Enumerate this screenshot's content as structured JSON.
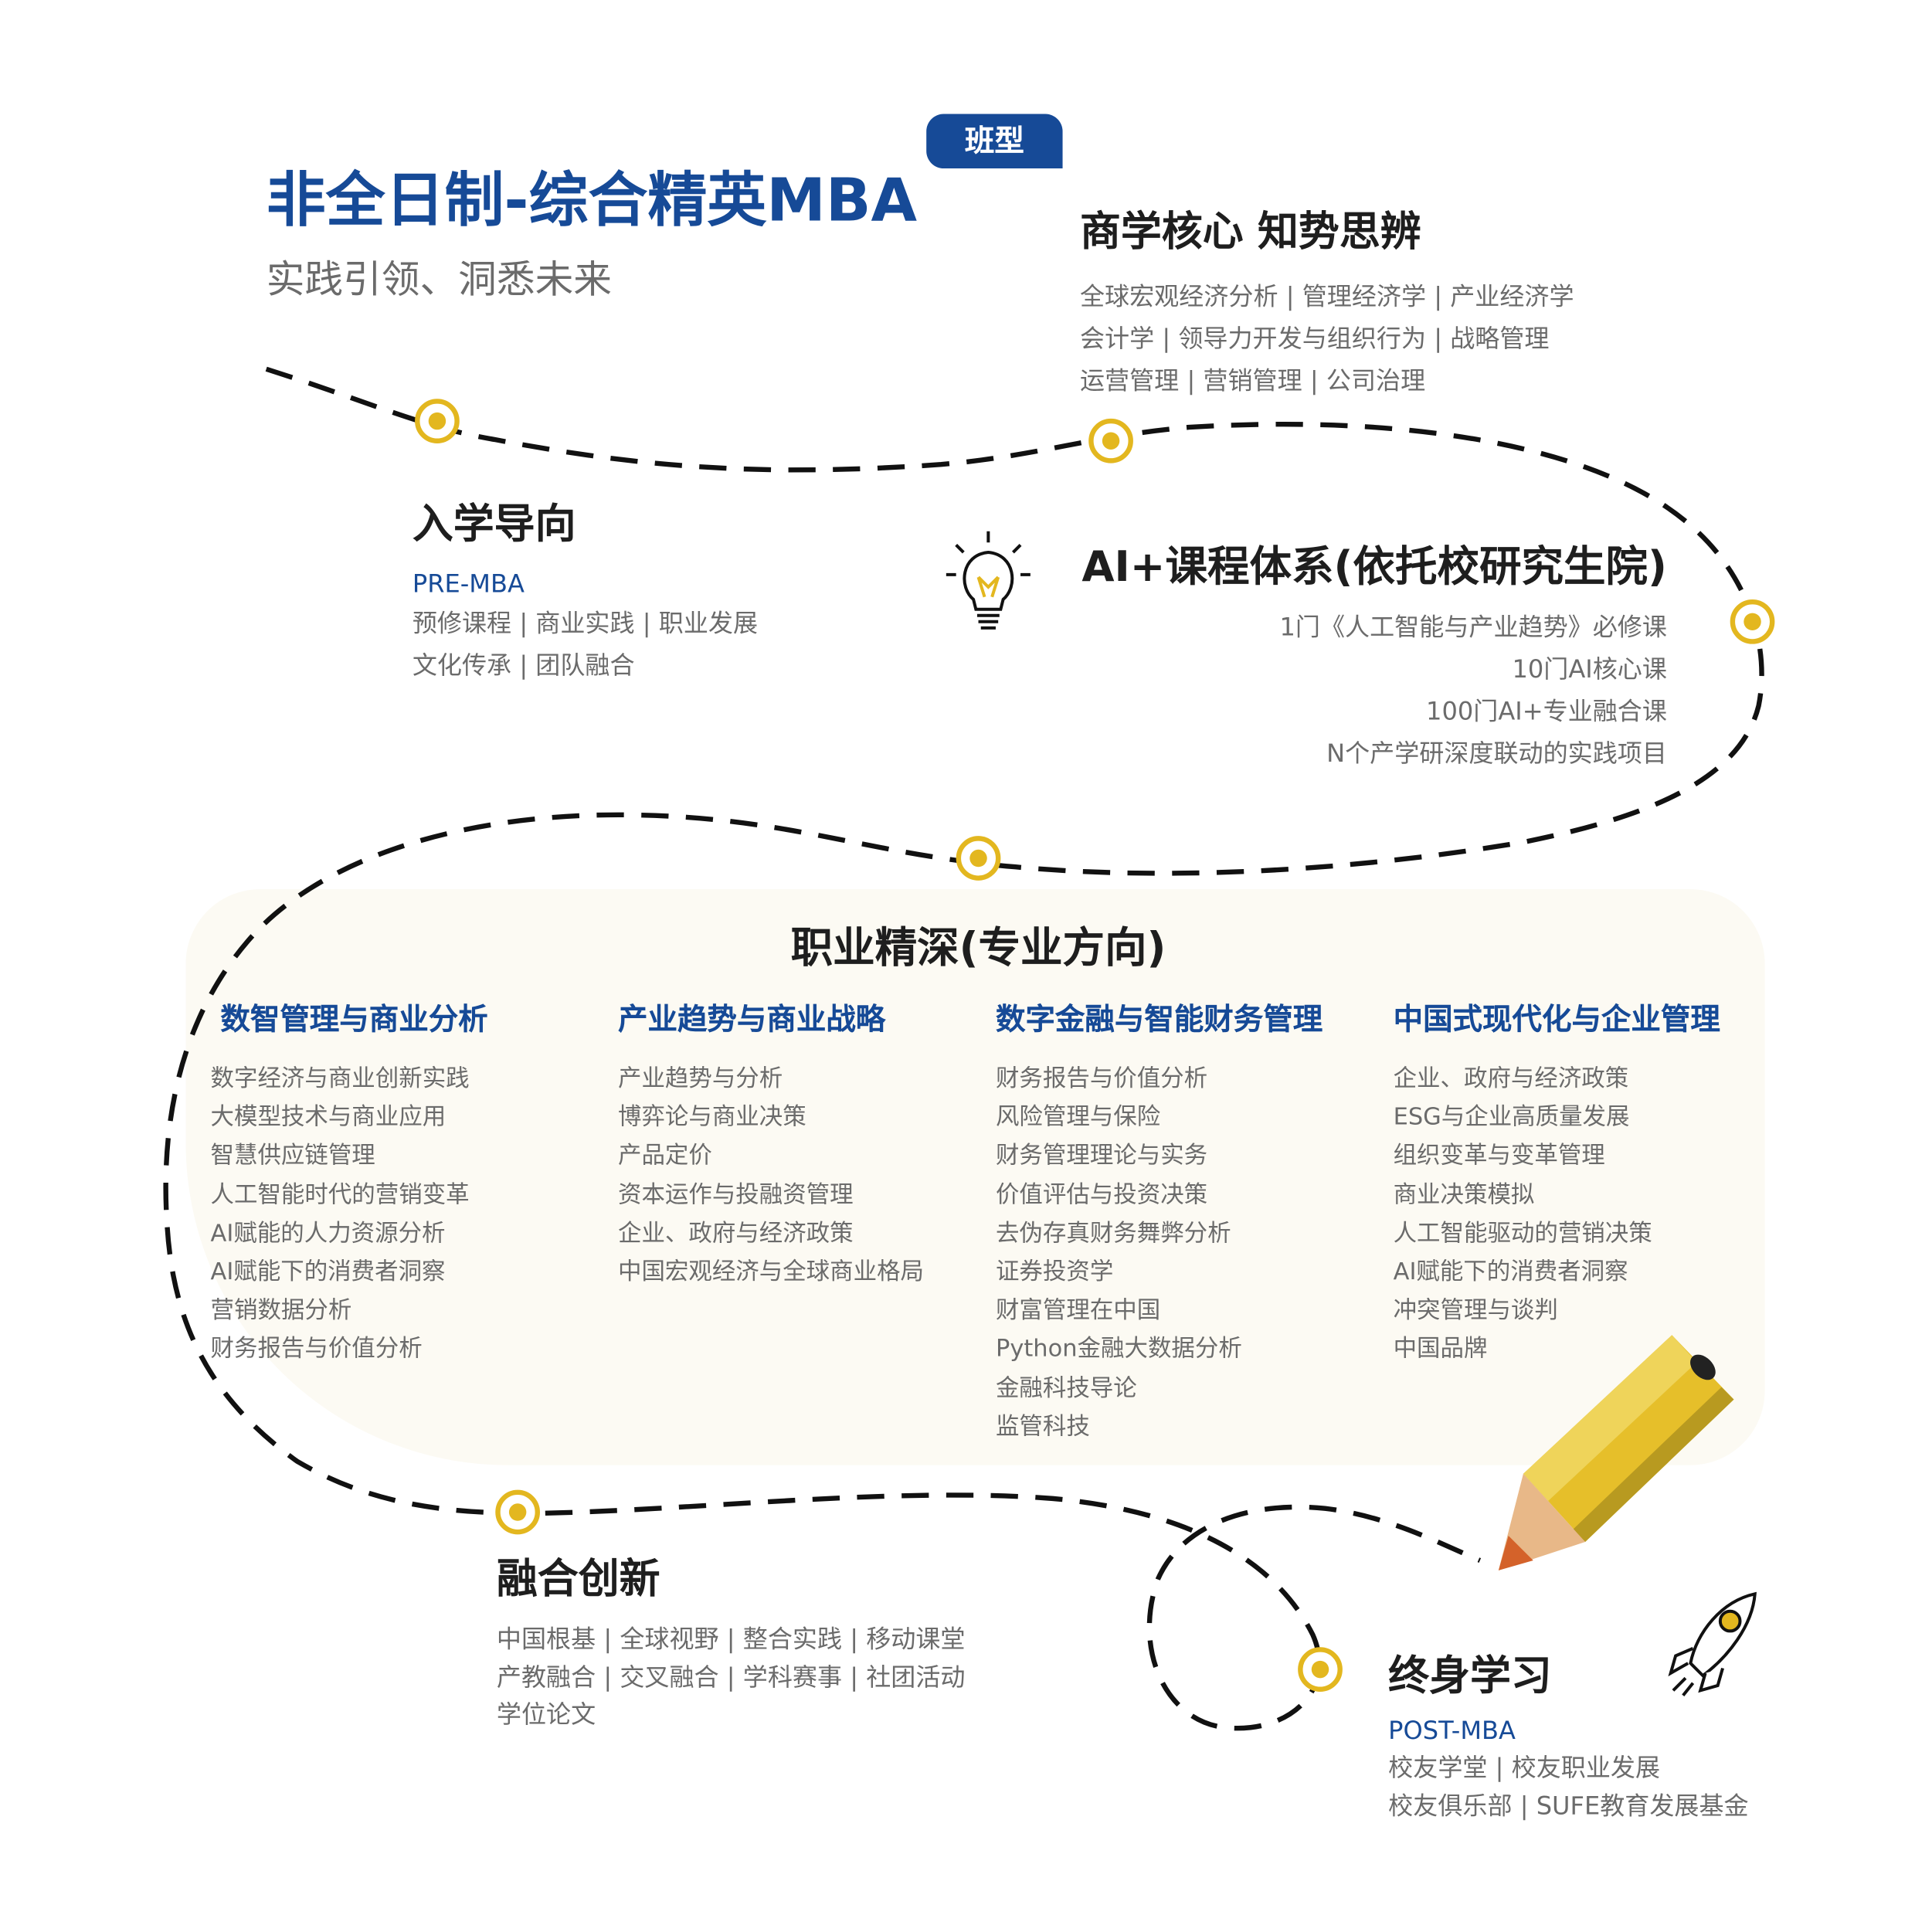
{
  "header": {
    "title": "非全日制-综合精英MBA",
    "badge": "班型",
    "subtitle": "实践引领、洞悉未来"
  },
  "core": {
    "title": "商学核心 知势思辨",
    "lines": [
      "全球宏观经济分析 | 管理经济学 | 产业经济学",
      "会计学 | 领导力开发与组织行为 | 战略管理",
      "运营管理 | 营销管理 | 公司治理"
    ]
  },
  "orientation": {
    "title": "入学导向",
    "tag": "PRE-MBA",
    "lines": [
      "预修课程 | 商业实践 | 职业发展",
      "文化传承 | 团队融合"
    ]
  },
  "ai": {
    "title": "AI+课程体系(依托校研究生院)",
    "lines": [
      "1门《人工智能与产业趋势》必修课",
      "10门AI核心课",
      "100门AI+专业融合课",
      "N个产学研深度联动的实践项目"
    ]
  },
  "career": {
    "title": "职业精深(专业方向)",
    "columns": [
      {
        "title": "数智管理与商业分析",
        "items": [
          "数字经济与商业创新实践",
          "大模型技术与商业应用",
          "智慧供应链管理",
          "人工智能时代的营销变革",
          "AI赋能的人力资源分析",
          "AI赋能下的消费者洞察",
          "营销数据分析",
          "财务报告与价值分析"
        ]
      },
      {
        "title": "产业趋势与商业战略",
        "items": [
          "产业趋势与分析",
          "博弈论与商业决策",
          "产品定价",
          "资本运作与投融资管理",
          "企业、政府与经济政策",
          "中国宏观经济与全球商业格局"
        ]
      },
      {
        "title": "数字金融与智能财务管理",
        "items": [
          "财务报告与价值分析",
          "风险管理与保险",
          "财务管理理论与实务",
          "价值评估与投资决策",
          "去伪存真财务舞弊分析",
          "证券投资学",
          "财富管理在中国",
          "Python金融大数据分析",
          "金融科技导论",
          "监管科技"
        ]
      },
      {
        "title": "中国式现代化与企业管理",
        "items": [
          "企业、政府与经济政策",
          "ESG与企业高质量发展",
          "组织变革与变革管理",
          "商业决策模拟",
          "人工智能驱动的营销决策",
          "AI赋能下的消费者洞察",
          "冲突管理与谈判",
          "中国品牌"
        ]
      }
    ]
  },
  "innovation": {
    "title": "融合创新",
    "lines": [
      "中国根基 | 全球视野 | 整合实践 | 移动课堂",
      "产教融合 | 交叉融合 | 学科赛事 | 社团活动",
      "学位论文"
    ]
  },
  "lifelong": {
    "title": "终身学习",
    "tag": "POST-MBA",
    "lines": [
      "校友学堂 | 校友职业发展",
      "校友俱乐部 | SUFE教育发展基金"
    ]
  },
  "colors": {
    "blue": "#164a97",
    "yellow": "#e3b71f",
    "panel": "#fcfaf3"
  }
}
